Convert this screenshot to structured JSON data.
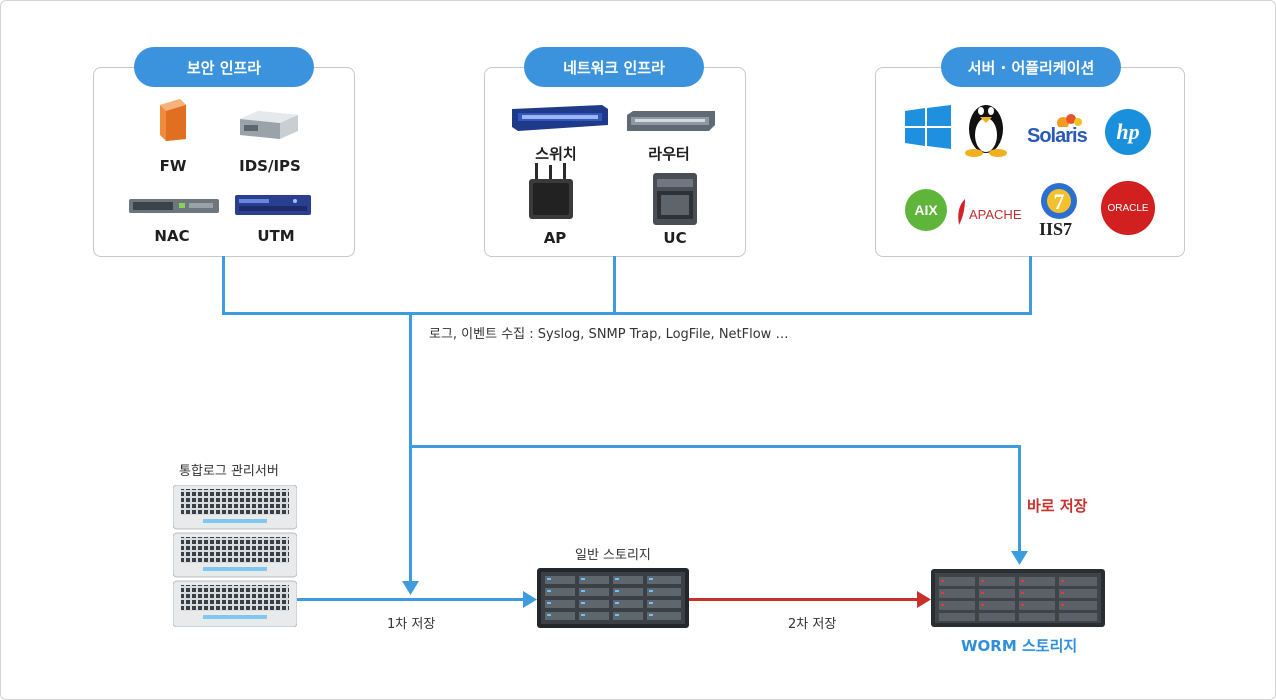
{
  "groups": {
    "security": {
      "title": "보안 인프라",
      "items": [
        "FW",
        "IDS/IPS",
        "NAC",
        "UTM"
      ]
    },
    "network": {
      "title": "네트워크 인프라",
      "items": [
        "스위치",
        "라우터",
        "AP",
        "UC"
      ]
    },
    "server": {
      "title": "서버 · 어플리케이션",
      "logos": [
        "Solaris",
        "hp",
        "AIX",
        "APACHE",
        "IIS7",
        "ORACLE"
      ]
    }
  },
  "collect_label": "로그, 이벤트 수집 : Syslog, SNMP Trap, LogFile, NetFlow …",
  "log_server_label": "통합로그 관리서버",
  "storage_label": "일반 스토리지",
  "worm_label": "WORM 스토리지",
  "first_save": "1차 저장",
  "second_save": "2차 저장",
  "direct_save": "바로 저장",
  "colors": {
    "accent": "#3a93dc",
    "line": "#3d9be0",
    "red": "#c9302c"
  },
  "icons": [
    "firewall-icon",
    "ids-ips-icon",
    "nac-icon",
    "utm-icon",
    "switch-icon",
    "router-icon",
    "ap-icon",
    "uc-icon",
    "windows-icon",
    "linux-icon",
    "solaris-icon",
    "hp-icon",
    "aix-icon",
    "apache-icon",
    "iis7-icon",
    "oracle-icon",
    "server-rack-icon",
    "storage-icon",
    "worm-storage-icon"
  ]
}
